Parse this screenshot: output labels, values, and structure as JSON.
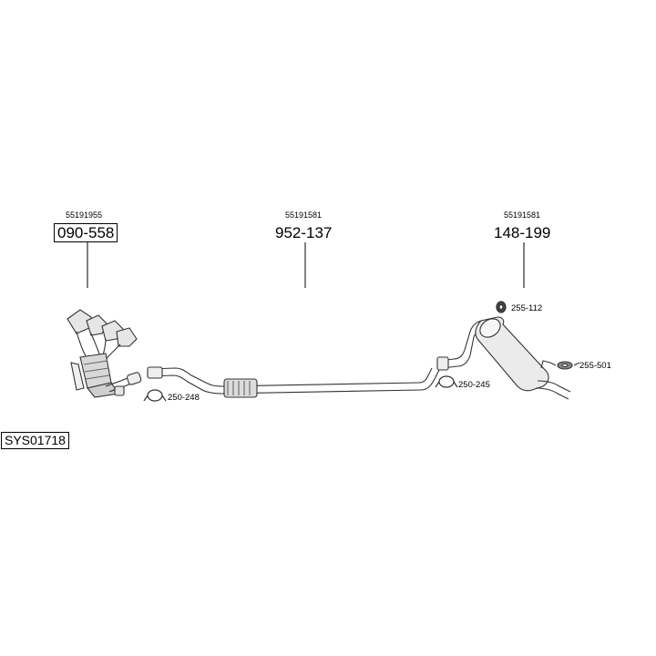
{
  "diagram": {
    "system_code": "SYS01718",
    "components": [
      {
        "oem_number": "55191955",
        "part_number": "090-558",
        "boxed": true,
        "depicts": "manifold-catalytic-converter"
      },
      {
        "oem_number": "55191581",
        "part_number": "952-137",
        "boxed": false,
        "depicts": "front-pipe"
      },
      {
        "oem_number": "55191581",
        "part_number": "148-199",
        "boxed": false,
        "depicts": "rear-silencer"
      }
    ],
    "accessories": [
      {
        "part_number": "250-248",
        "icon": "clamp-icon"
      },
      {
        "part_number": "250-245",
        "icon": "clamp-icon"
      },
      {
        "part_number": "255-112",
        "icon": "rubber-ring-icon"
      },
      {
        "part_number": "255-501",
        "icon": "rubber-mount-icon"
      }
    ]
  }
}
